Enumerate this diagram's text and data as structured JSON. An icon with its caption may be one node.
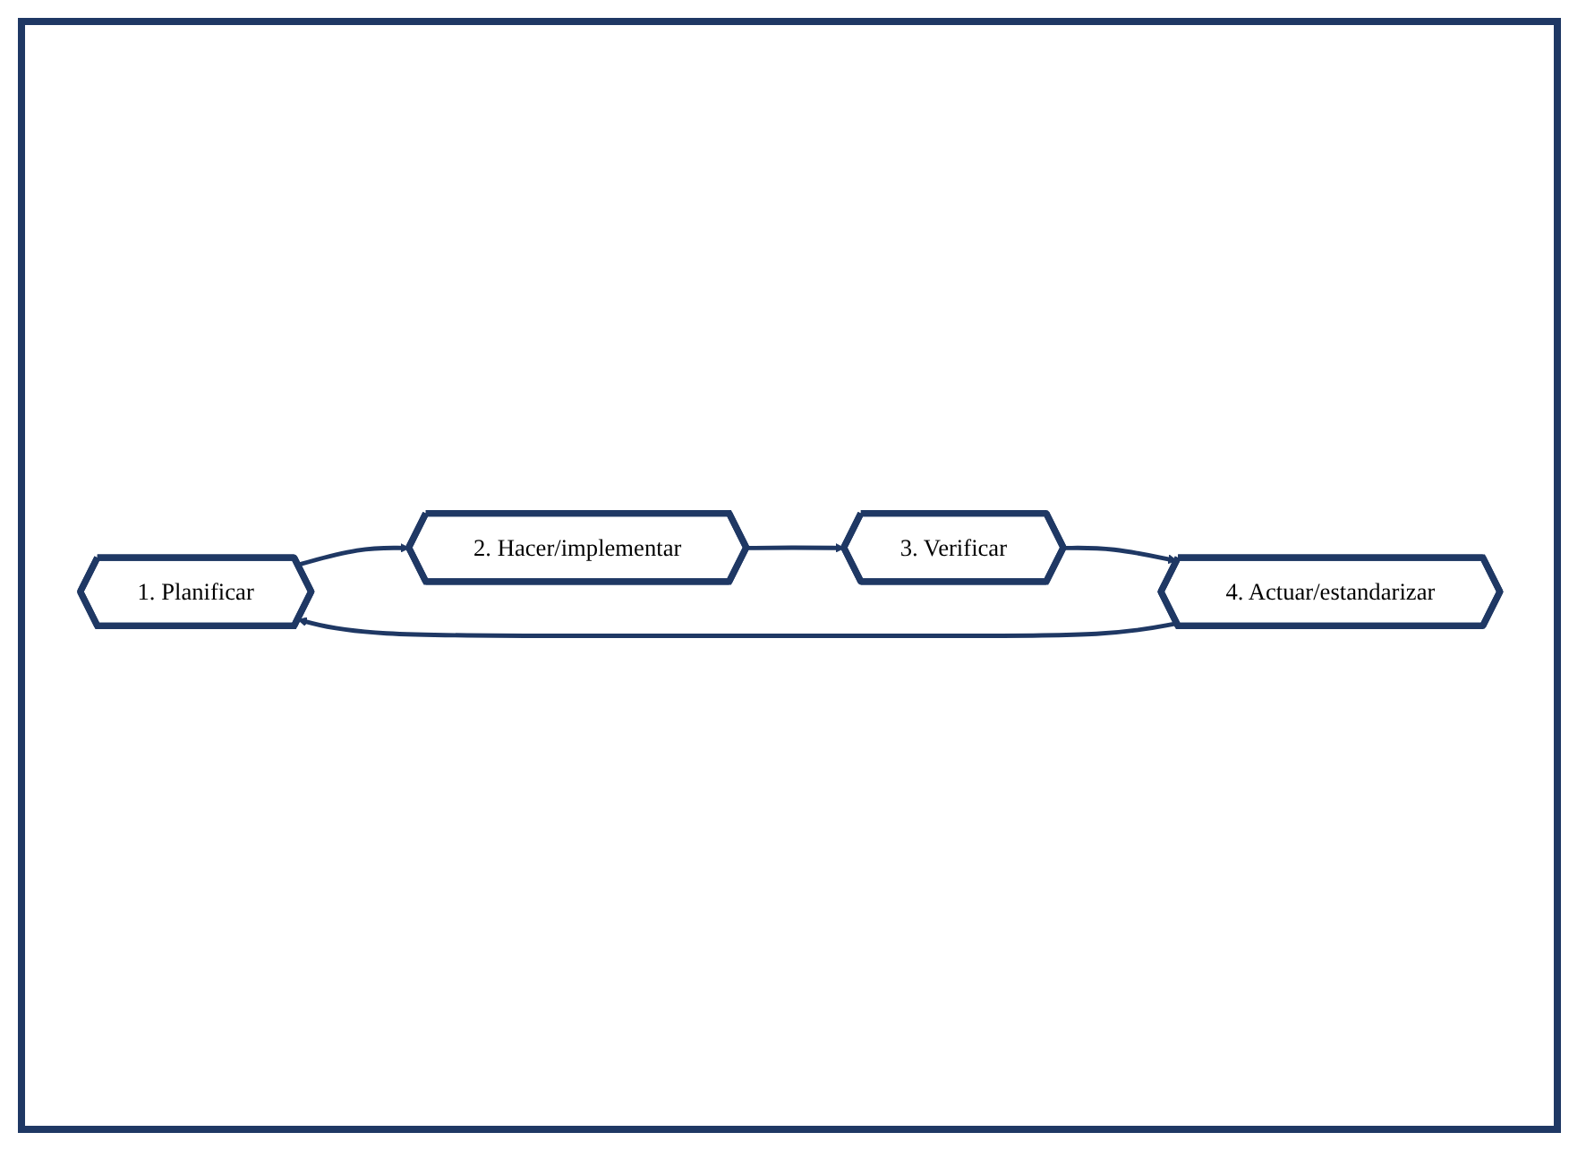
{
  "diagram": {
    "nodes": [
      {
        "text": [
          "1. Planificar"
        ]
      },
      {
        "text": [
          "2. Hacer/implementar"
        ]
      },
      {
        "text": [
          "3. Verificar"
        ]
      },
      {
        "text": [
          "4. Actuar/estandarizar"
        ]
      }
    ],
    "edges": [
      {
        "from": 0,
        "to": 1,
        "arrow": "to"
      },
      {
        "from": 1,
        "to": 2,
        "arrow": "to"
      },
      {
        "from": 2,
        "to": 3,
        "arrow": "to"
      },
      {
        "from": 3,
        "to": 0,
        "arrow": "to"
      }
    ]
  }
}
